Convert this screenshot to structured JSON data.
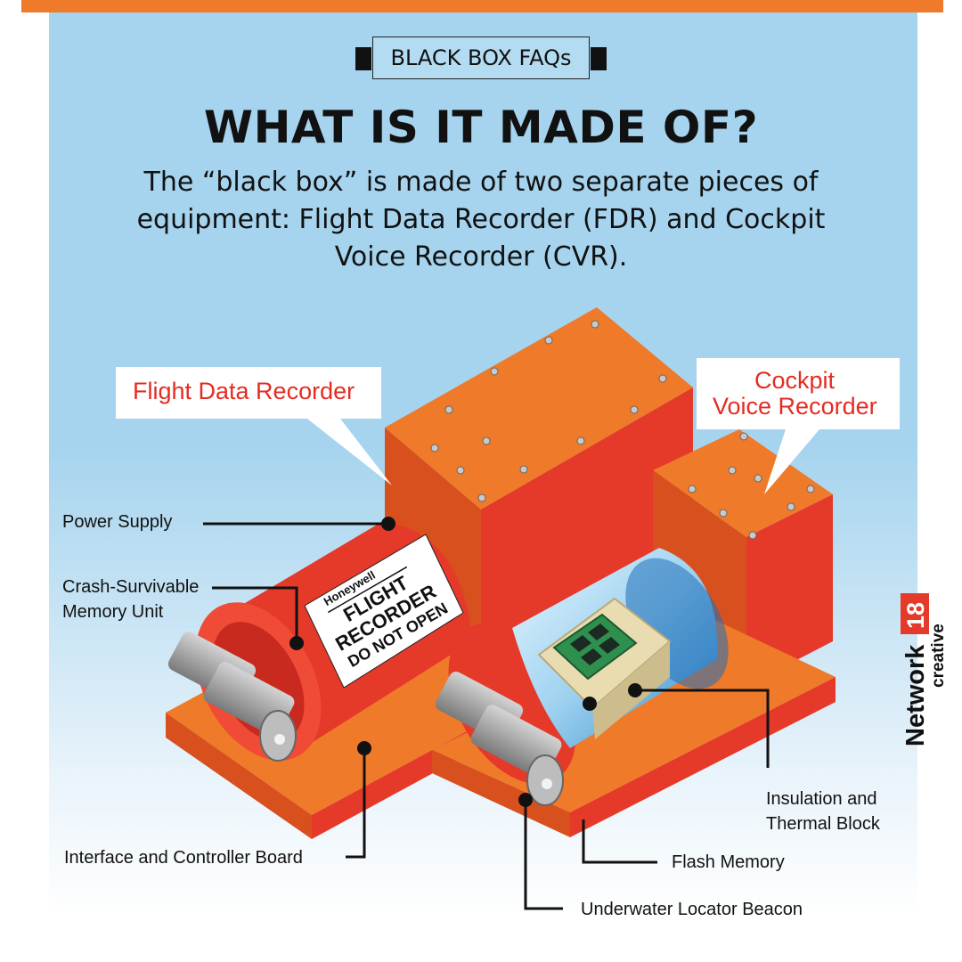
{
  "tag": "BLACK BOX FAQs",
  "heading": "WHAT IS IT MADE OF?",
  "intro": "The “black box” is made of two separate pieces of equipment: Flight Data Recorder (FDR) and Cockpit Voice Recorder (CVR).",
  "callouts": {
    "fdr": "Flight Data Recorder",
    "cvr_line1": "Cockpit",
    "cvr_line2": "Voice Recorder"
  },
  "recorder_plate": {
    "brand": "Honeywell",
    "line1": "FLIGHT",
    "line2": "RECORDER",
    "line3": "DO NOT OPEN"
  },
  "labels": {
    "power_supply": "Power Supply",
    "csmu_line1": "Crash-Survivable",
    "csmu_line2": "Memory Unit",
    "interface_board": "Interface and Controller Board",
    "insulation_line1": "Insulation and",
    "insulation_line2": "Thermal Block",
    "flash_memory": "Flash Memory",
    "ulb": "Underwater Locator Beacon"
  },
  "logo": {
    "network": "Network",
    "number": "18",
    "creative": "creative"
  },
  "colors": {
    "orange": "#ee7a2a",
    "red": "#e52c23",
    "sky": "#a6d4ee"
  }
}
